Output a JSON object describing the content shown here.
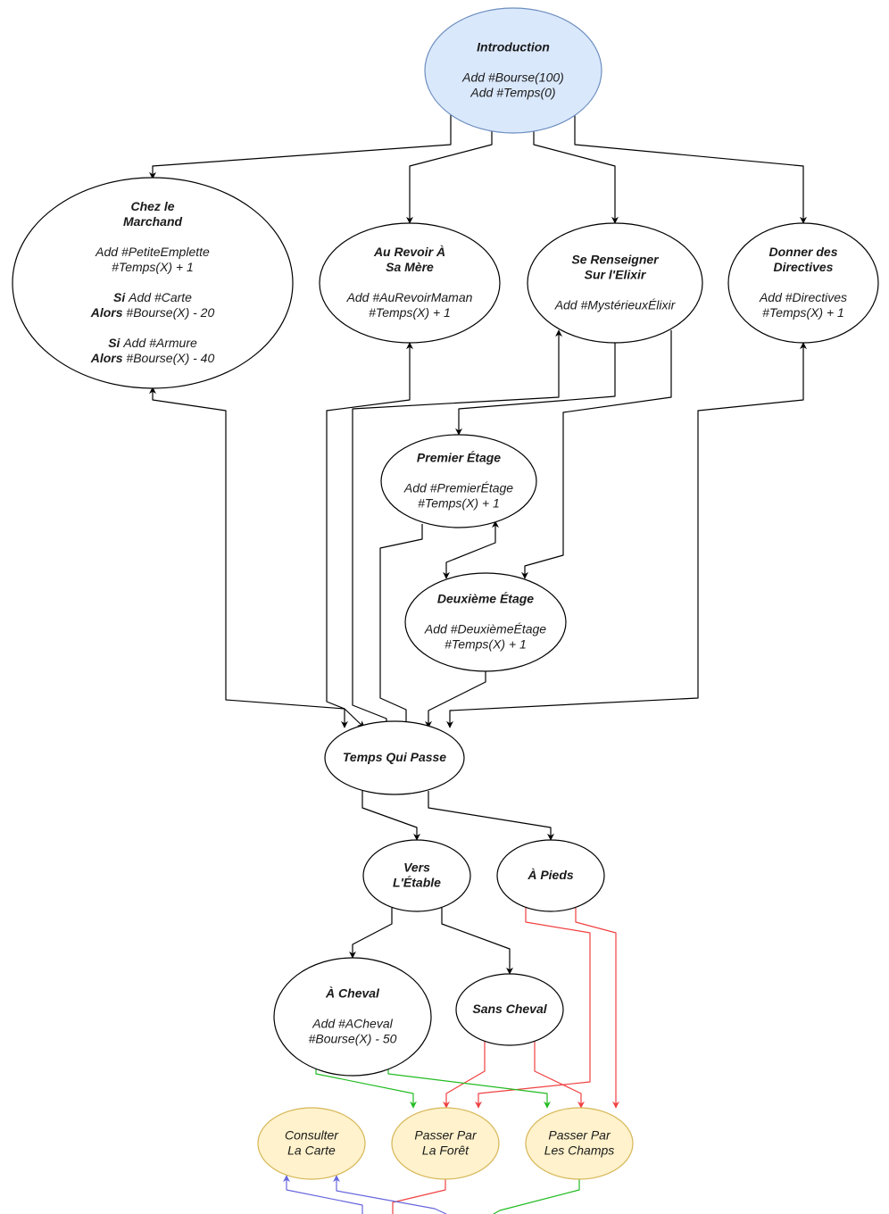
{
  "diagram": {
    "colors": {
      "default_fill": "#ffffff",
      "default_stroke": "#000000",
      "intro_fill": "#dae8fc",
      "intro_stroke": "#6c8ebf",
      "yellow_fill": "#fff2cc",
      "yellow_stroke": "#d6b656",
      "edge_black": "#000000",
      "edge_red": "#f04141",
      "edge_green": "#22bb22",
      "edge_blue": "#6666dd"
    },
    "nodes": [
      {
        "id": "introduction",
        "style": "intro",
        "lines": [
          [
            {
              "t": "Introduction",
              "b": true
            }
          ],
          [],
          [
            {
              "t": "Add #Bourse(100)"
            }
          ],
          [
            {
              "t": "Add #Temps(0)"
            }
          ]
        ]
      },
      {
        "id": "chez-le-marchand",
        "style": "default",
        "lines": [
          [
            {
              "t": "Chez le",
              "b": true
            }
          ],
          [
            {
              "t": "Marchand",
              "b": true
            }
          ],
          [],
          [
            {
              "t": "Add #PetiteEmplette"
            }
          ],
          [
            {
              "t": "#Temps(X) + 1"
            }
          ],
          [],
          [
            {
              "t": "Si ",
              "b": true
            },
            {
              "t": "Add #Carte"
            }
          ],
          [
            {
              "t": "Alors ",
              "b": true
            },
            {
              "t": " #Bourse(X) - 20"
            }
          ],
          [],
          [
            {
              "t": "Si ",
              "b": true
            },
            {
              "t": "Add #Armure"
            }
          ],
          [
            {
              "t": "Alors ",
              "b": true
            },
            {
              "t": "#Bourse(X) - 40"
            }
          ]
        ]
      },
      {
        "id": "au-revoir-a-sa-mere",
        "style": "default",
        "lines": [
          [
            {
              "t": "Au Revoir À",
              "b": true
            }
          ],
          [
            {
              "t": "Sa Mère",
              "b": true
            }
          ],
          [],
          [
            {
              "t": "Add #AuRevoirMaman"
            }
          ],
          [
            {
              "t": "#Temps(X) + 1"
            }
          ]
        ]
      },
      {
        "id": "se-renseigner-sur-l-elixir",
        "style": "default",
        "lines": [
          [
            {
              "t": "Se Renseigner",
              "b": true
            }
          ],
          [
            {
              "t": "Sur l'Elixir",
              "b": true
            }
          ],
          [],
          [
            {
              "t": "Add #MystérieuxÉlixir"
            }
          ]
        ]
      },
      {
        "id": "donner-des-directives",
        "style": "default",
        "lines": [
          [
            {
              "t": "Donner des",
              "b": true
            }
          ],
          [
            {
              "t": "Directives",
              "b": true
            }
          ],
          [],
          [
            {
              "t": "Add #Directives"
            }
          ],
          [
            {
              "t": "#Temps(X) + 1"
            }
          ]
        ]
      },
      {
        "id": "premier-etage",
        "style": "default",
        "lines": [
          [
            {
              "t": "Premier Étage",
              "b": true
            }
          ],
          [],
          [
            {
              "t": "Add #PremierÉtage"
            }
          ],
          [
            {
              "t": "#Temps(X) + 1"
            }
          ]
        ]
      },
      {
        "id": "deuxieme-etage",
        "style": "default",
        "lines": [
          [
            {
              "t": "Deuxième Étage",
              "b": true
            }
          ],
          [],
          [
            {
              "t": "Add #DeuxièmeÉtage"
            }
          ],
          [
            {
              "t": "#Temps(X) + 1"
            }
          ]
        ]
      },
      {
        "id": "temps-qui-passe",
        "style": "default",
        "lines": [
          [
            {
              "t": "Temps Qui Passe",
              "b": true
            }
          ]
        ]
      },
      {
        "id": "vers-l-etable",
        "style": "default",
        "lines": [
          [
            {
              "t": "Vers",
              "b": true
            }
          ],
          [
            {
              "t": "L'Étable",
              "b": true
            }
          ]
        ]
      },
      {
        "id": "a-pieds",
        "style": "default",
        "lines": [
          [
            {
              "t": "À Pieds",
              "b": true
            }
          ]
        ]
      },
      {
        "id": "a-cheval",
        "style": "default",
        "lines": [
          [
            {
              "t": "À Cheval",
              "b": true
            }
          ],
          [],
          [
            {
              "t": "Add #ACheval"
            }
          ],
          [
            {
              "t": "#Bourse(X) - 50"
            }
          ]
        ]
      },
      {
        "id": "sans-cheval",
        "style": "default",
        "lines": [
          [
            {
              "t": "Sans Cheval",
              "b": true
            }
          ]
        ]
      },
      {
        "id": "consulter-la-carte",
        "style": "yellow",
        "lines": [
          [
            {
              "t": "Consulter"
            }
          ],
          [
            {
              "t": "La Carte"
            }
          ]
        ]
      },
      {
        "id": "passer-par-la-foret",
        "style": "yellow",
        "lines": [
          [
            {
              "t": "Passer Par"
            }
          ],
          [
            {
              "t": "La Forêt"
            }
          ]
        ]
      },
      {
        "id": "passer-par-les-champs",
        "style": "yellow",
        "lines": [
          [
            {
              "t": "Passer Par"
            }
          ],
          [
            {
              "t": "Les Champs"
            }
          ]
        ]
      }
    ],
    "edges": [
      {
        "id": "intro-to-marchand",
        "color": "black"
      },
      {
        "id": "intro-to-aurevoir",
        "color": "black"
      },
      {
        "id": "intro-to-renseigner",
        "color": "black"
      },
      {
        "id": "intro-to-directives",
        "color": "black"
      },
      {
        "id": "renseigner-to-premier",
        "color": "black"
      },
      {
        "id": "renseigner-to-deuxieme",
        "color": "black"
      },
      {
        "id": "premier-deuxieme",
        "color": "black"
      },
      {
        "id": "marchand-temps",
        "color": "black"
      },
      {
        "id": "aurevoir-temps-a",
        "color": "black"
      },
      {
        "id": "temps-renseigner",
        "color": "black"
      },
      {
        "id": "premier-to-temps",
        "color": "black"
      },
      {
        "id": "deuxieme-to-temps",
        "color": "black"
      },
      {
        "id": "directives-temps",
        "color": "black"
      },
      {
        "id": "temps-to-etable",
        "color": "black"
      },
      {
        "id": "temps-to-pieds",
        "color": "black"
      },
      {
        "id": "etable-to-cheval",
        "color": "black"
      },
      {
        "id": "etable-to-sans-cheval",
        "color": "black"
      },
      {
        "id": "pieds-to-foret",
        "color": "red"
      },
      {
        "id": "pieds-to-champs",
        "color": "red"
      },
      {
        "id": "sans-cheval-to-foret",
        "color": "red"
      },
      {
        "id": "sans-cheval-to-champs",
        "color": "red"
      },
      {
        "id": "cheval-to-foret",
        "color": "green"
      },
      {
        "id": "cheval-to-champs",
        "color": "green"
      },
      {
        "id": "foret-down",
        "color": "red"
      },
      {
        "id": "champs-down",
        "color": "green"
      },
      {
        "id": "up-to-carte-1",
        "color": "blue"
      },
      {
        "id": "up-to-carte-2",
        "color": "blue"
      }
    ]
  }
}
